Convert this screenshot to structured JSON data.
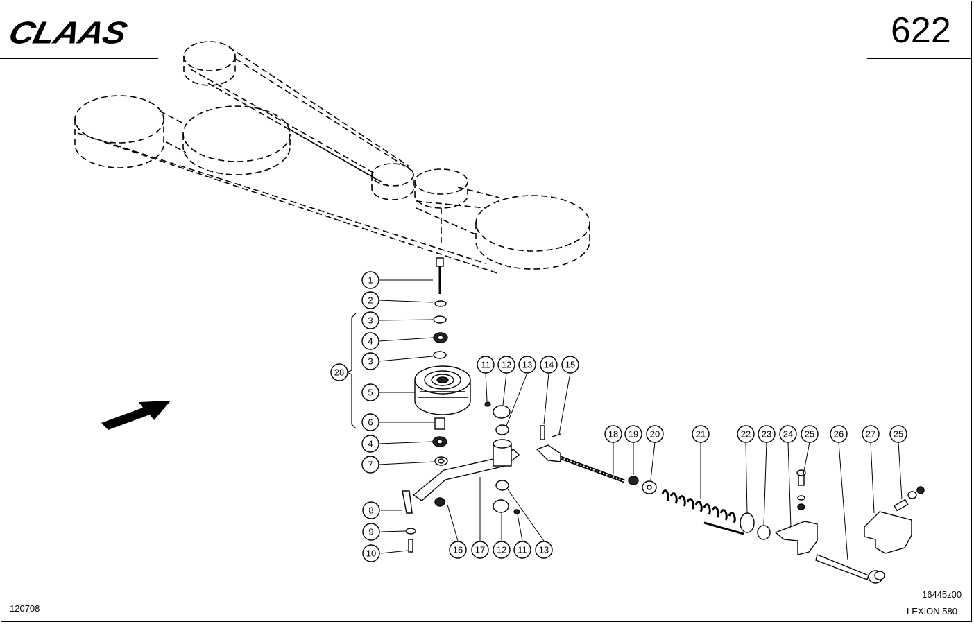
{
  "header": {
    "brand": "CLAAS",
    "page_number": "622"
  },
  "footer": {
    "drawing_id": "120708",
    "reference_code": "16445z00",
    "model": "LEXION 580"
  },
  "callouts": [
    {
      "label": "1"
    },
    {
      "label": "2"
    },
    {
      "label": "3"
    },
    {
      "label": "4"
    },
    {
      "label": "3"
    },
    {
      "label": "5"
    },
    {
      "label": "6"
    },
    {
      "label": "4"
    },
    {
      "label": "7"
    },
    {
      "label": "28"
    },
    {
      "label": "8"
    },
    {
      "label": "9"
    },
    {
      "label": "10"
    },
    {
      "label": "11"
    },
    {
      "label": "12"
    },
    {
      "label": "13"
    },
    {
      "label": "14"
    },
    {
      "label": "15"
    },
    {
      "label": "16"
    },
    {
      "label": "17"
    },
    {
      "label": "12"
    },
    {
      "label": "11"
    },
    {
      "label": "13"
    },
    {
      "label": "18"
    },
    {
      "label": "19"
    },
    {
      "label": "20"
    },
    {
      "label": "21"
    },
    {
      "label": "22"
    },
    {
      "label": "23"
    },
    {
      "label": "24"
    },
    {
      "label": "25"
    },
    {
      "label": "26"
    },
    {
      "label": "27"
    },
    {
      "label": "25"
    }
  ]
}
